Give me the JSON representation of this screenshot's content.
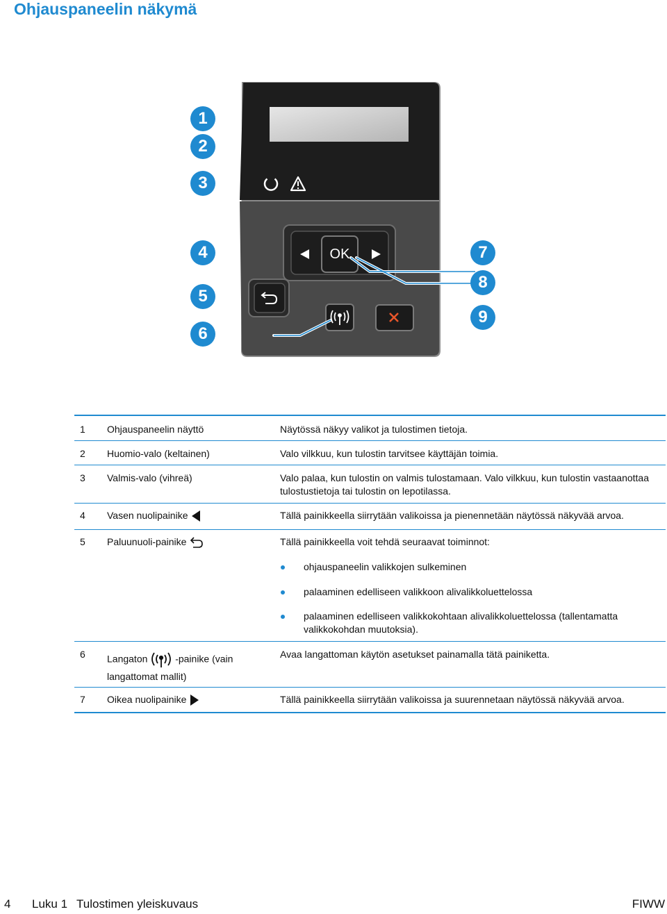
{
  "page_title": "Ohjauspaneelin näkymä",
  "figure": {
    "callouts": [
      "1",
      "2",
      "3",
      "4",
      "5",
      "6",
      "7",
      "8",
      "9"
    ],
    "ok_label": "OK"
  },
  "table": {
    "rows": [
      {
        "num": "1",
        "name": "Ohjauspaneelin näyttö",
        "desc": "Näytössä näkyy valikot ja tulostimen tietoja."
      },
      {
        "num": "2",
        "name": "Huomio-valo (keltainen)",
        "desc": "Valo vilkkuu, kun tulostin tarvitsee käyttäjän toimia."
      },
      {
        "num": "3",
        "name": "Valmis-valo (vihreä)",
        "desc": "Valo palaa, kun tulostin on valmis tulostamaan. Valo vilkkuu, kun tulostin vastaanottaa tulostustietoja tai tulostin on lepotilassa."
      },
      {
        "num": "4",
        "name": "Vasen nuolipainike",
        "desc": "Tällä painikkeella siirrytään valikoissa ja pienennetään näytössä näkyvää arvoa."
      },
      {
        "num": "5",
        "name": "Paluunuoli-painike",
        "desc": "Tällä painikkeella voit tehdä seuraavat toiminnot:",
        "bullets": [
          "ohjauspaneelin valikkojen sulkeminen",
          "palaaminen edelliseen valikkoon alivalikkoluettelossa",
          "palaaminen edelliseen valikkokohtaan alivalikkoluettelossa (tallentamatta valikkokohdan muutoksia)."
        ]
      },
      {
        "num": "6",
        "name_a": "Langaton",
        "name_b": "-painike (vain",
        "name_c": "langattomat mallit)",
        "desc": "Avaa langattoman käytön asetukset painamalla tätä painiketta."
      },
      {
        "num": "7",
        "name": "Oikea nuolipainike",
        "desc": "Tällä painikkeella siirrytään valikoissa ja suurennetaan näytössä näkyvää arvoa."
      }
    ]
  },
  "footer": {
    "page_number": "4",
    "chapter": "Luku 1",
    "chapter_title": "Tulostimen yleiskuvaus",
    "doc_id": "FIWW"
  },
  "colors": {
    "accent": "#1f8ad0",
    "panel_dark": "#1e1e1e",
    "panel_mid": "#4a4a4a",
    "cancel_x": "#e8552a"
  }
}
